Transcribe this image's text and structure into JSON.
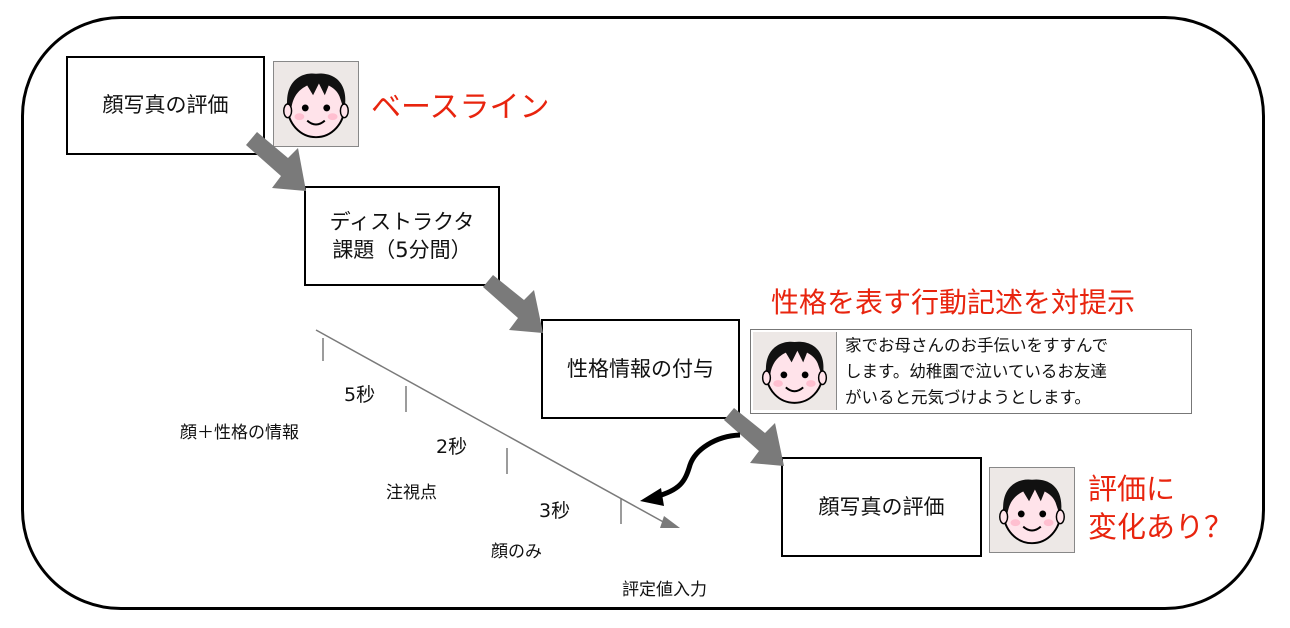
{
  "steps": [
    {
      "label": "顔写真の評価"
    },
    {
      "label_line1": "ディストラクタ",
      "label_line2": "課題（5分間）"
    },
    {
      "label": "性格情報の付与"
    },
    {
      "label": "顔写真の評価"
    }
  ],
  "annotations": {
    "baseline": "ベースライン",
    "behavior_presentation": "性格を表す行動記述を対提示",
    "change_question_line1": "評価に",
    "change_question_line2": "変化あり？"
  },
  "behavior_description": {
    "line1": "家でお母さんのお手伝いをすすんで",
    "line2": "します。幼稚園で泣いているお友達",
    "line3": "がいると元気づけようとします。"
  },
  "timeline": {
    "durations": [
      "5秒",
      "2秒",
      "3秒"
    ],
    "phases": [
      "顔＋性格の情報",
      "注視点",
      "顔のみ",
      "評定値入力"
    ]
  },
  "colors": {
    "accent_red": "#e8240e",
    "arrow_gray": "#7a7a7a",
    "face_bg": "#ede8e6",
    "cheek": "#ffd6e0"
  }
}
